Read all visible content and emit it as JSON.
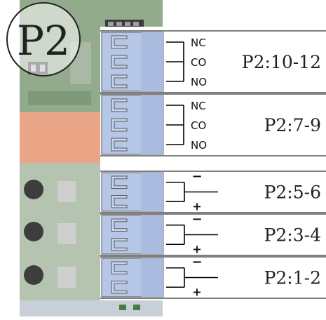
{
  "badge": {
    "label": "P2"
  },
  "colors": {
    "board": "#8fa888",
    "board_dark": "#6f8c6d",
    "relay": "#e9a585",
    "terminal_fill": "#b6c6e6",
    "terminal_stroke": "#5a5a5a",
    "line": "#000000"
  },
  "connectors": [
    {
      "name": "P2:10-12",
      "type": "relay",
      "pins": [
        "NC",
        "CO",
        "NO"
      ]
    },
    {
      "name": "P2:7-9",
      "type": "relay",
      "pins": [
        "NC",
        "CO",
        "NO"
      ]
    },
    {
      "name": "P2:5-6",
      "type": "input",
      "pins": [
        "−",
        "+"
      ]
    },
    {
      "name": "P2:3-4",
      "type": "input",
      "pins": [
        "−",
        "+"
      ]
    },
    {
      "name": "P2:1-2",
      "type": "input",
      "pins": [
        "−",
        "+"
      ]
    }
  ]
}
